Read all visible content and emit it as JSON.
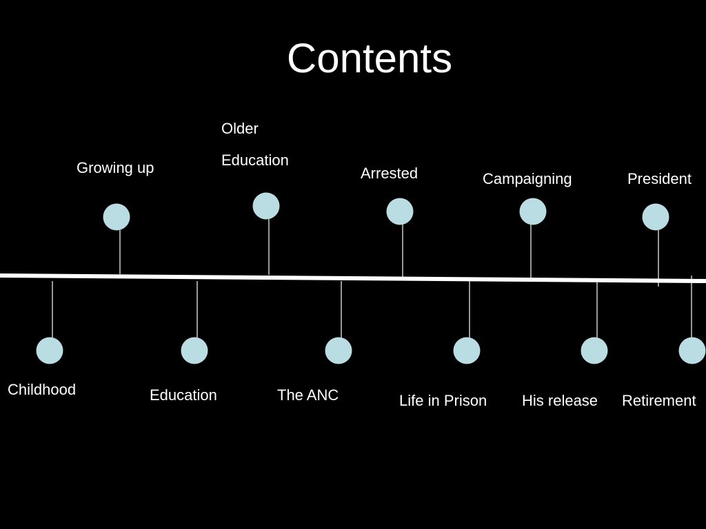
{
  "slide": {
    "title": "Contents",
    "accent_color": "#b9dde2",
    "line_color": "#ffffff",
    "background": "#000000"
  },
  "timeline": {
    "above": [
      {
        "label": "Growing up"
      },
      {
        "label": "Older Education"
      },
      {
        "label": "Arrested"
      },
      {
        "label": "Campaigning"
      },
      {
        "label": "President"
      }
    ],
    "below": [
      {
        "label": "Childhood"
      },
      {
        "label": "Education"
      },
      {
        "label": "The ANC"
      },
      {
        "label": "Life in Prison"
      },
      {
        "label": "His release"
      },
      {
        "label": "Retirement"
      }
    ]
  }
}
